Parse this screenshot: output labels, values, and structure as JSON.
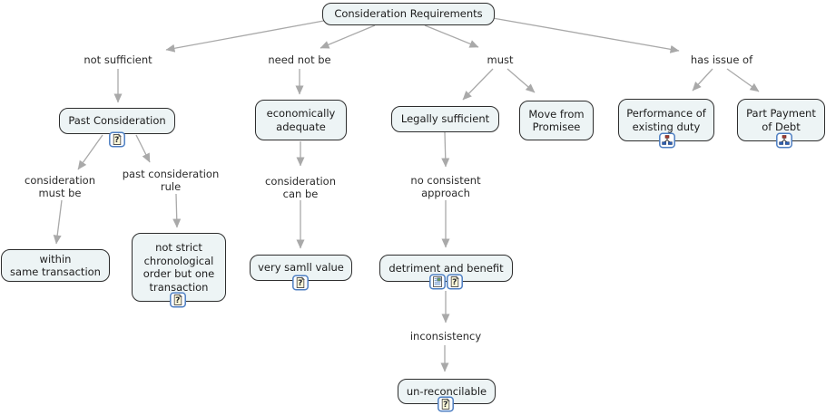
{
  "map_title": "Consideration Requirements",
  "colors": {
    "node_fill": "#edf4f5",
    "node_border": "#2d2d2d",
    "arrow": "#a9a9a9",
    "text": "#1c1c1c",
    "icon_border": "#4d7ec2",
    "icon_page": "#fdf8d8",
    "icon_cmap_red": "#a53a32",
    "icon_cmap_blue": "#2d5fb3"
  },
  "concepts": {
    "root": {
      "label": "Consideration Requirements"
    },
    "past_consideration": {
      "label": "Past Consideration"
    },
    "economically_adequate": {
      "label": "economically\nadequate"
    },
    "legally_sufficient": {
      "label": "Legally sufficient"
    },
    "move_from_promisee": {
      "label": "Move from\nPromisee"
    },
    "performance_existing_duty": {
      "label": "Performance of\nexisting duty"
    },
    "part_payment_of_debt": {
      "label": "Part Payment\nof Debt"
    },
    "within_same_transaction": {
      "label": "within\nsame transaction"
    },
    "not_strict_order": {
      "label": "not strict\nchronological\norder but one\ntransaction"
    },
    "very_small_value": {
      "label": "very samll value"
    },
    "detriment_and_benefit": {
      "label": "detriment and benefit"
    },
    "un_reconcilable": {
      "label": "un-reconcilable"
    }
  },
  "linking_phrases": {
    "not_sufficient": {
      "label": "not sufficient"
    },
    "need_not_be": {
      "label": "need not be"
    },
    "must": {
      "label": "must"
    },
    "has_issue_of": {
      "label": "has issue of"
    },
    "consideration_must_be": {
      "label": "consideration\nmust be"
    },
    "past_consideration_rule": {
      "label": "past consideration\nrule"
    },
    "consideration_can_be": {
      "label": "consideration\ncan be"
    },
    "no_consistent_approach": {
      "label": "no consistent\napproach"
    },
    "inconsistency": {
      "label": "inconsistency"
    }
  },
  "icons": {
    "question_doc": "question-document-icon",
    "image_doc": "document-with-image-icon",
    "cmap": "concept-map-icon"
  },
  "relationships": [
    {
      "from": "Consideration Requirements",
      "link": "not sufficient",
      "to": "Past Consideration"
    },
    {
      "from": "Past Consideration",
      "link": "consideration must be",
      "to": "within same transaction"
    },
    {
      "from": "Past Consideration",
      "link": "past consideration rule",
      "to": "not strict chronological order but one transaction"
    },
    {
      "from": "Consideration Requirements",
      "link": "need not be",
      "to": "economically adequate"
    },
    {
      "from": "economically adequate",
      "link": "consideration can be",
      "to": "very samll value"
    },
    {
      "from": "Consideration Requirements",
      "link": "must",
      "to": "Legally sufficient"
    },
    {
      "from": "Consideration Requirements",
      "link": "must",
      "to": "Move from Promisee"
    },
    {
      "from": "Legally sufficient",
      "link": "no consistent approach",
      "to": "detriment and benefit"
    },
    {
      "from": "detriment and benefit",
      "link": "inconsistency",
      "to": "un-reconcilable"
    },
    {
      "from": "Consideration Requirements",
      "link": "has issue of",
      "to": "Performance of existing duty"
    },
    {
      "from": "Consideration Requirements",
      "link": "has issue of",
      "to": "Part Payment of Debt"
    }
  ]
}
